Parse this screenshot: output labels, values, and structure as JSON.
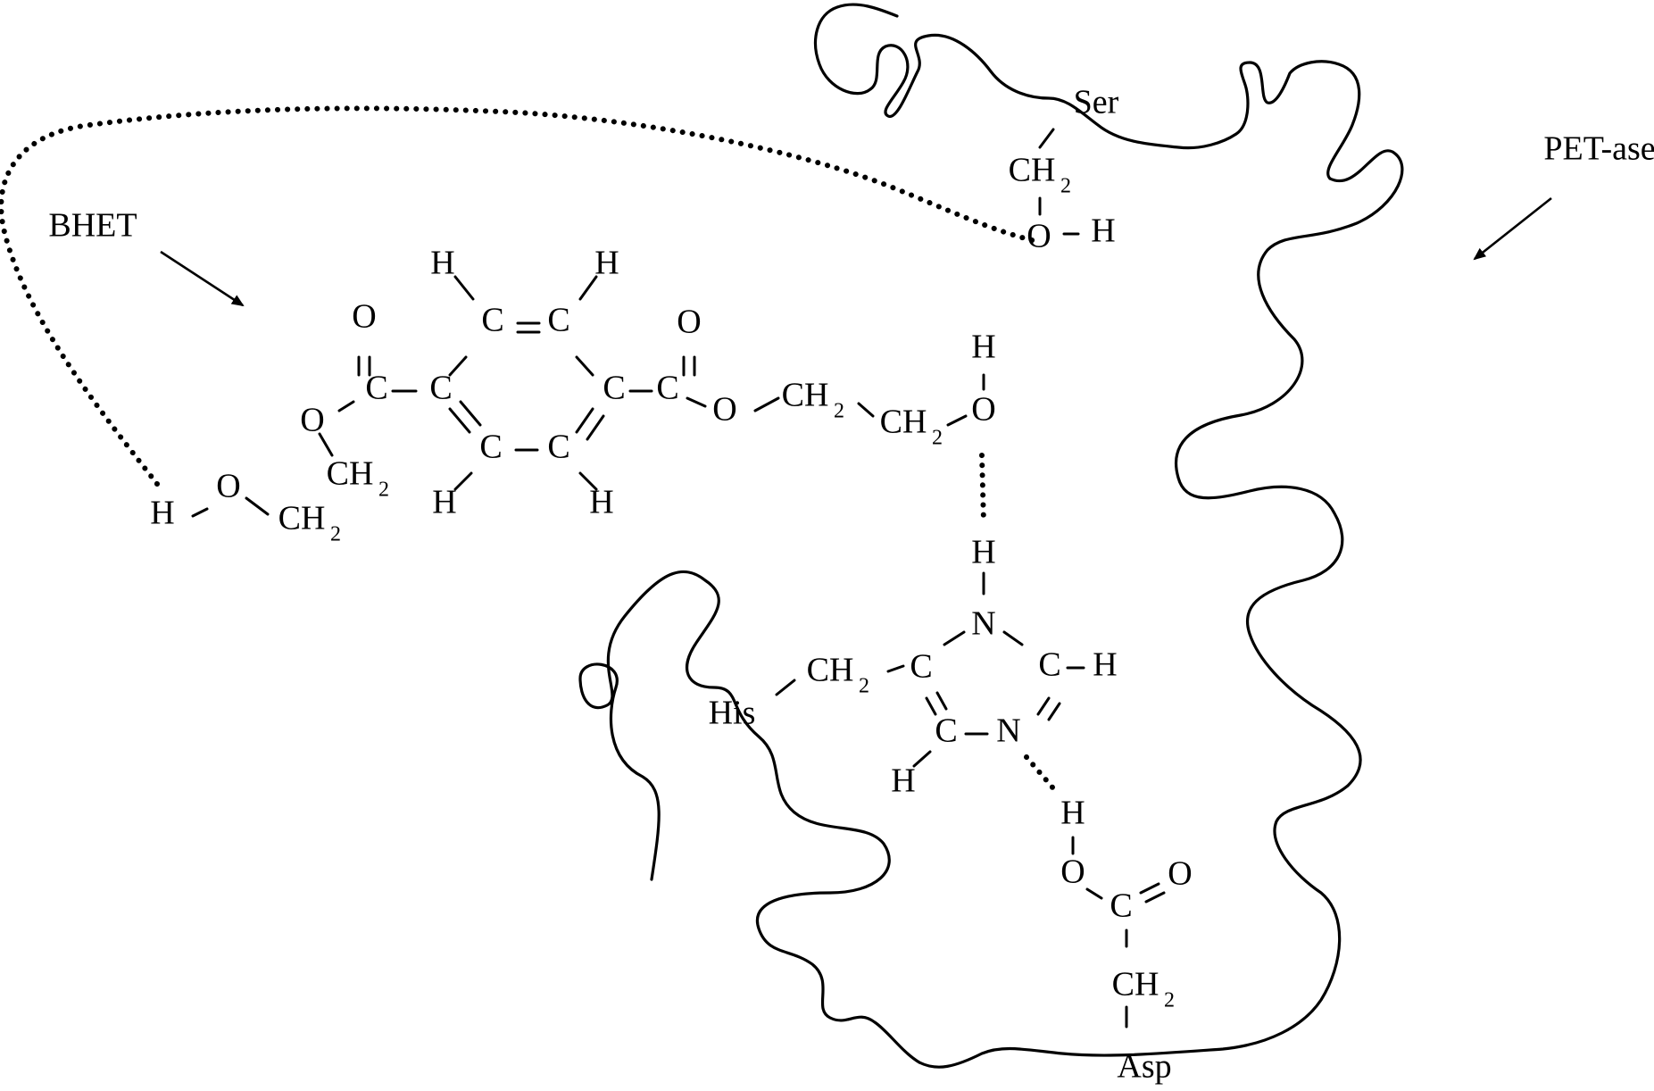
{
  "labels": {
    "bhet": "BHET",
    "petase": "PET-ase",
    "ser": "Ser",
    "his": "His",
    "asp": "Asp"
  },
  "atoms": {
    "C": "C",
    "H": "H",
    "O": "O",
    "N": "N",
    "CH": "CH",
    "sub2": "2"
  }
}
